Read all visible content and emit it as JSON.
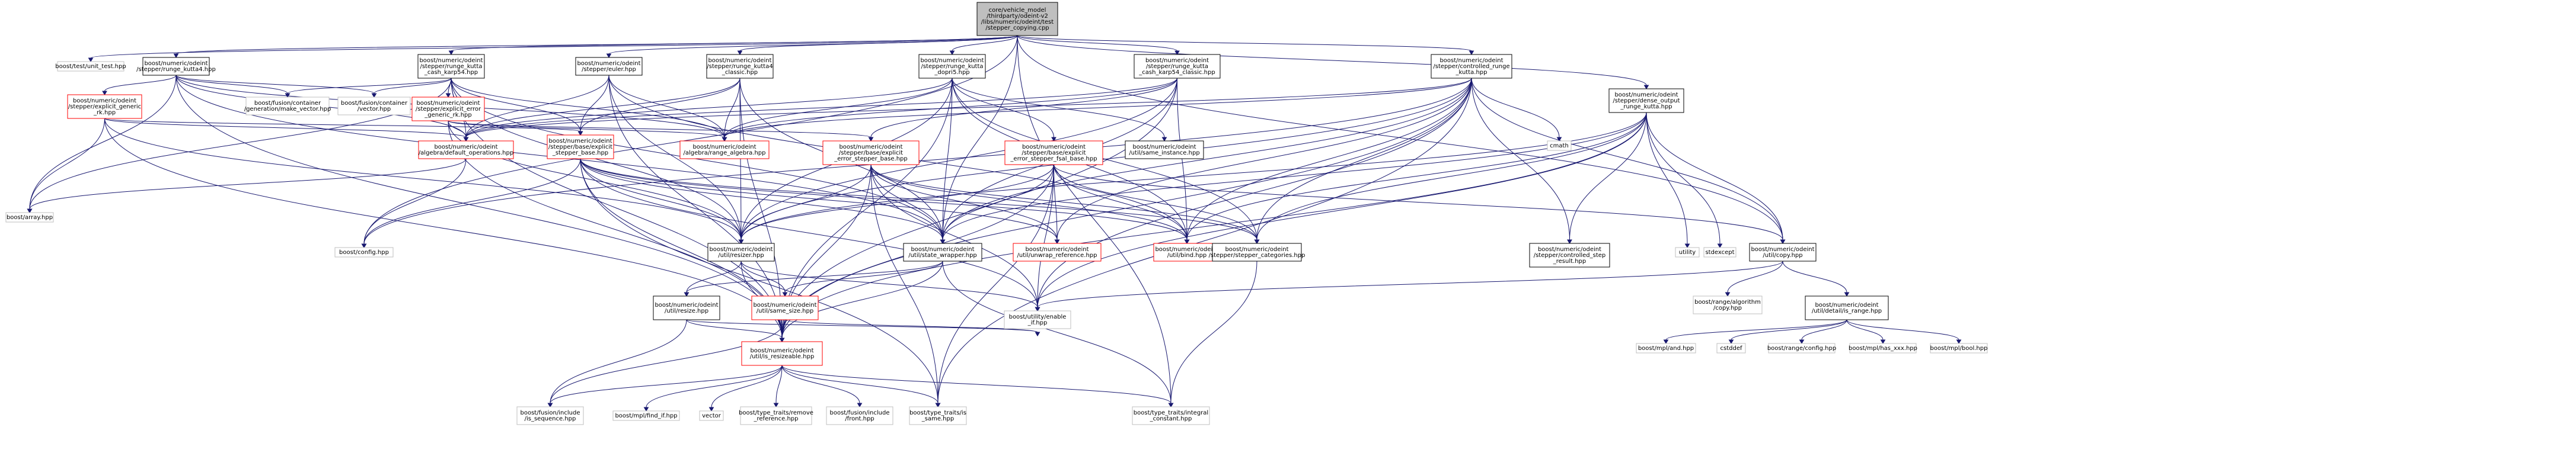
{
  "graph": {
    "colors": {
      "edge": "#191970",
      "root_fill": "#bfbfbf",
      "root_border": "#000000",
      "node_border": "#000000",
      "truncated_border": "#ff0000",
      "external_border": "#bfbfbf",
      "node_fill": "#ffffff",
      "text": "#000000"
    },
    "nodes": [
      {
        "id": "root",
        "kind": "root",
        "lines": [
          "core/vehicle_model",
          "/thirdparty/odeint-v2",
          "/libs/numeric/odeint/test",
          "/stepper_copying.cpp"
        ]
      },
      {
        "id": "unit_test",
        "kind": "external",
        "lines": [
          "boost/test/unit_test.hpp"
        ]
      },
      {
        "id": "rk4",
        "kind": "normal",
        "lines": [
          "boost/numeric/odeint",
          "/stepper/runge_kutta4.hpp"
        ]
      },
      {
        "id": "rkck54",
        "kind": "normal",
        "lines": [
          "boost/numeric/odeint",
          "/stepper/runge_kutta",
          "_cash_karp54.hpp"
        ]
      },
      {
        "id": "euler",
        "kind": "normal",
        "lines": [
          "boost/numeric/odeint",
          "/stepper/euler.hpp"
        ]
      },
      {
        "id": "rk4c",
        "kind": "normal",
        "lines": [
          "boost/numeric/odeint",
          "/stepper/runge_kutta4",
          "_classic.hpp"
        ]
      },
      {
        "id": "rkdopri",
        "kind": "normal",
        "lines": [
          "boost/numeric/odeint",
          "/stepper/runge_kutta",
          "_dopri5.hpp"
        ]
      },
      {
        "id": "rkck54c",
        "kind": "normal",
        "lines": [
          "boost/numeric/odeint",
          "/stepper/runge_kutta",
          "_cash_karp54_classic.hpp"
        ]
      },
      {
        "id": "ctrl",
        "kind": "normal",
        "lines": [
          "boost/numeric/odeint",
          "/stepper/controlled_runge",
          "_kutta.hpp"
        ]
      },
      {
        "id": "dense",
        "kind": "normal",
        "lines": [
          "boost/numeric/odeint",
          "/stepper/dense_output",
          "_runge_kutta.hpp"
        ]
      },
      {
        "id": "expl_generic",
        "kind": "truncated",
        "lines": [
          "boost/numeric/odeint",
          "/stepper/explicit_generic",
          "_rk.hpp"
        ]
      },
      {
        "id": "make_vector",
        "kind": "external",
        "lines": [
          "boost/fusion/container",
          "/generation/make_vector.hpp"
        ]
      },
      {
        "id": "fusion_vector",
        "kind": "external",
        "lines": [
          "boost/fusion/container",
          "/vector.hpp"
        ]
      },
      {
        "id": "expl_err_generic",
        "kind": "truncated",
        "lines": [
          "boost/numeric/odeint",
          "/stepper/explicit_error",
          "_generic_rk.hpp"
        ]
      },
      {
        "id": "default_ops",
        "kind": "truncated",
        "lines": [
          "boost/numeric/odeint",
          "/algebra/default_operations.hpp"
        ]
      },
      {
        "id": "range_algebra",
        "kind": "truncated",
        "lines": [
          "boost/numeric/odeint",
          "/algebra/range_algebra.hpp"
        ]
      },
      {
        "id": "expl_base",
        "kind": "truncated",
        "lines": [
          "boost/numeric/odeint",
          "/stepper/base/explicit",
          "_stepper_base.hpp"
        ]
      },
      {
        "id": "expl_err_base",
        "kind": "truncated",
        "lines": [
          "boost/numeric/odeint",
          "/stepper/base/explicit",
          "_error_stepper_base.hpp"
        ]
      },
      {
        "id": "expl_err_fsal",
        "kind": "truncated",
        "lines": [
          "boost/numeric/odeint",
          "/stepper/base/explicit",
          "_error_stepper_fsal_base.hpp"
        ]
      },
      {
        "id": "same_instance",
        "kind": "normal",
        "lines": [
          "boost/numeric/odeint",
          "/util/same_instance.hpp"
        ]
      },
      {
        "id": "cmath",
        "kind": "external",
        "lines": [
          "cmath"
        ]
      },
      {
        "id": "array",
        "kind": "external",
        "lines": [
          "boost/array.hpp"
        ]
      },
      {
        "id": "config",
        "kind": "external",
        "lines": [
          "boost/config.hpp"
        ]
      },
      {
        "id": "resizer",
        "kind": "normal",
        "lines": [
          "boost/numeric/odeint",
          "/util/resizer.hpp"
        ]
      },
      {
        "id": "state_wrapper",
        "kind": "normal",
        "lines": [
          "boost/numeric/odeint",
          "/util/state_wrapper.hpp"
        ]
      },
      {
        "id": "unwrap_ref",
        "kind": "truncated",
        "lines": [
          "boost/numeric/odeint",
          "/util/unwrap_reference.hpp"
        ]
      },
      {
        "id": "bind",
        "kind": "truncated",
        "lines": [
          "boost/numeric/odeint",
          "/util/bind.hpp"
        ]
      },
      {
        "id": "stepper_categories",
        "kind": "normal",
        "lines": [
          "boost/numeric/odeint",
          "/stepper/stepper_categories.hpp"
        ]
      },
      {
        "id": "ctrl_step_result",
        "kind": "normal",
        "lines": [
          "boost/numeric/odeint",
          "/stepper/controlled_step",
          "_result.hpp"
        ]
      },
      {
        "id": "utility",
        "kind": "external",
        "lines": [
          "utility"
        ]
      },
      {
        "id": "stdexcept",
        "kind": "external",
        "lines": [
          "stdexcept"
        ]
      },
      {
        "id": "copy",
        "kind": "normal",
        "lines": [
          "boost/numeric/odeint",
          "/util/copy.hpp"
        ]
      },
      {
        "id": "resize",
        "kind": "normal",
        "lines": [
          "boost/numeric/odeint",
          "/util/resize.hpp"
        ]
      },
      {
        "id": "same_size",
        "kind": "truncated",
        "lines": [
          "boost/numeric/odeint",
          "/util/same_size.hpp"
        ]
      },
      {
        "id": "enable_if",
        "kind": "external",
        "lines": [
          "boost/utility/enable",
          "_if.hpp"
        ]
      },
      {
        "id": "range_algo_copy",
        "kind": "external",
        "lines": [
          "boost/range/algorithm",
          "/copy.hpp"
        ]
      },
      {
        "id": "is_range",
        "kind": "normal",
        "lines": [
          "boost/numeric/odeint",
          "/util/detail/is_range.hpp"
        ]
      },
      {
        "id": "is_resizeable",
        "kind": "truncated",
        "lines": [
          "boost/numeric/odeint",
          "/util/is_resizeable.hpp"
        ]
      },
      {
        "id": "is_sequence",
        "kind": "external",
        "lines": [
          "boost/fusion/include",
          "/is_sequence.hpp"
        ]
      },
      {
        "id": "find_if",
        "kind": "external",
        "lines": [
          "boost/mpl/find_if.hpp"
        ]
      },
      {
        "id": "vector",
        "kind": "external",
        "lines": [
          "vector"
        ]
      },
      {
        "id": "remove_ref",
        "kind": "external",
        "lines": [
          "boost/type_traits/remove",
          "_reference.hpp"
        ]
      },
      {
        "id": "fusion_front",
        "kind": "external",
        "lines": [
          "boost/fusion/include",
          "/front.hpp"
        ]
      },
      {
        "id": "is_same",
        "kind": "external",
        "lines": [
          "boost/type_traits/is",
          "_same.hpp"
        ]
      },
      {
        "id": "integral_constant",
        "kind": "external",
        "lines": [
          "boost/type_traits/integral",
          "_constant.hpp"
        ]
      },
      {
        "id": "mpl_and",
        "kind": "external",
        "lines": [
          "boost/mpl/and.hpp"
        ]
      },
      {
        "id": "cstddef",
        "kind": "external",
        "lines": [
          "cstddef"
        ]
      },
      {
        "id": "range_config",
        "kind": "external",
        "lines": [
          "boost/range/config.hpp"
        ]
      },
      {
        "id": "mpl_has_xxx",
        "kind": "external",
        "lines": [
          "boost/mpl/has_xxx.hpp"
        ]
      },
      {
        "id": "mpl_bool",
        "kind": "external",
        "lines": [
          "boost/mpl/bool.hpp"
        ]
      }
    ],
    "edges": [
      [
        "root",
        "unit_test"
      ],
      [
        "root",
        "rk4"
      ],
      [
        "root",
        "rkck54"
      ],
      [
        "root",
        "euler"
      ],
      [
        "root",
        "rk4c"
      ],
      [
        "root",
        "rkdopri"
      ],
      [
        "root",
        "rkck54c"
      ],
      [
        "root",
        "ctrl"
      ],
      [
        "root",
        "dense"
      ],
      [
        "root",
        "copy"
      ],
      [
        "root",
        "config"
      ],
      [
        "root",
        "integral_constant"
      ],
      [
        "root",
        "state_wrapper"
      ],
      [
        "rk4",
        "array"
      ],
      [
        "rk4",
        "make_vector"
      ],
      [
        "rk4",
        "fusion_vector"
      ],
      [
        "rk4",
        "expl_generic"
      ],
      [
        "rk4",
        "default_ops"
      ],
      [
        "rk4",
        "range_algebra"
      ],
      [
        "rk4",
        "state_wrapper"
      ],
      [
        "rk4",
        "is_resizeable"
      ],
      [
        "rkck54",
        "make_vector"
      ],
      [
        "rkck54",
        "fusion_vector"
      ],
      [
        "rkck54",
        "expl_err_generic"
      ],
      [
        "rkck54",
        "default_ops"
      ],
      [
        "rkck54",
        "range_algebra"
      ],
      [
        "rkck54",
        "array"
      ],
      [
        "rkck54",
        "is_resizeable"
      ],
      [
        "rkck54",
        "state_wrapper"
      ],
      [
        "rkck54",
        "resizer"
      ],
      [
        "rkck54",
        "expl_base"
      ],
      [
        "euler",
        "expl_base"
      ],
      [
        "euler",
        "resizer"
      ],
      [
        "euler",
        "default_ops"
      ],
      [
        "euler",
        "range_algebra"
      ],
      [
        "euler",
        "is_resizeable"
      ],
      [
        "euler",
        "bind"
      ],
      [
        "rk4c",
        "expl_base"
      ],
      [
        "rk4c",
        "default_ops"
      ],
      [
        "rk4c",
        "range_algebra"
      ],
      [
        "rk4c",
        "state_wrapper"
      ],
      [
        "rk4c",
        "resizer"
      ],
      [
        "rk4c",
        "is_resizeable"
      ],
      [
        "rkdopri",
        "expl_err_fsal"
      ],
      [
        "rkdopri",
        "default_ops"
      ],
      [
        "rkdopri",
        "range_algebra"
      ],
      [
        "rkdopri",
        "state_wrapper"
      ],
      [
        "rkdopri",
        "resizer"
      ],
      [
        "rkdopri",
        "same_instance"
      ],
      [
        "rkdopri",
        "is_resizeable"
      ],
      [
        "rkdopri",
        "bind"
      ],
      [
        "rkdopri",
        "stepper_categories"
      ],
      [
        "rkck54c",
        "expl_err_base"
      ],
      [
        "rkck54c",
        "default_ops"
      ],
      [
        "rkck54c",
        "range_algebra"
      ],
      [
        "rkck54c",
        "state_wrapper"
      ],
      [
        "rkck54c",
        "resizer"
      ],
      [
        "rkck54c",
        "is_resizeable"
      ],
      [
        "rkck54c",
        "bind"
      ],
      [
        "ctrl",
        "cmath"
      ],
      [
        "ctrl",
        "config"
      ],
      [
        "ctrl",
        "enable_if"
      ],
      [
        "ctrl",
        "is_same"
      ],
      [
        "ctrl",
        "bind"
      ],
      [
        "ctrl",
        "unwrap_ref"
      ],
      [
        "ctrl",
        "copy"
      ],
      [
        "ctrl",
        "state_wrapper"
      ],
      [
        "ctrl",
        "resizer"
      ],
      [
        "ctrl",
        "is_resizeable"
      ],
      [
        "ctrl",
        "default_ops"
      ],
      [
        "ctrl",
        "range_algebra"
      ],
      [
        "ctrl",
        "ctrl_step_result"
      ],
      [
        "ctrl",
        "stepper_categories"
      ],
      [
        "dense",
        "utility"
      ],
      [
        "dense",
        "stdexcept"
      ],
      [
        "dense",
        "enable_if"
      ],
      [
        "dense",
        "copy"
      ],
      [
        "dense",
        "state_wrapper"
      ],
      [
        "dense",
        "is_resizeable"
      ],
      [
        "dense",
        "resizer"
      ],
      [
        "dense",
        "ctrl_step_result"
      ],
      [
        "dense",
        "stepper_categories"
      ],
      [
        "dense",
        "bind"
      ],
      [
        "expl_generic",
        "expl_base"
      ],
      [
        "expl_generic",
        "default_ops"
      ],
      [
        "expl_generic",
        "array"
      ],
      [
        "expl_generic",
        "is_resizeable"
      ],
      [
        "expl_generic",
        "resizer"
      ],
      [
        "expl_err_generic",
        "expl_err_base"
      ],
      [
        "expl_err_generic",
        "default_ops"
      ],
      [
        "expl_err_generic",
        "range_algebra"
      ],
      [
        "expl_err_generic",
        "is_resizeable"
      ],
      [
        "expl_err_generic",
        "resizer"
      ],
      [
        "default_ops",
        "config"
      ],
      [
        "default_ops",
        "array"
      ],
      [
        "expl_base",
        "enable_if"
      ],
      [
        "expl_base",
        "is_same"
      ],
      [
        "expl_base",
        "bind"
      ],
      [
        "expl_base",
        "unwrap_ref"
      ],
      [
        "expl_base",
        "state_wrapper"
      ],
      [
        "expl_base",
        "resizer"
      ],
      [
        "expl_base",
        "is_resizeable"
      ],
      [
        "expl_base",
        "stepper_categories"
      ],
      [
        "expl_base",
        "config"
      ],
      [
        "expl_err_base",
        "enable_if"
      ],
      [
        "expl_err_base",
        "is_same"
      ],
      [
        "expl_err_base",
        "bind"
      ],
      [
        "expl_err_base",
        "unwrap_ref"
      ],
      [
        "expl_err_base",
        "state_wrapper"
      ],
      [
        "expl_err_base",
        "resizer"
      ],
      [
        "expl_err_base",
        "is_resizeable"
      ],
      [
        "expl_err_base",
        "stepper_categories"
      ],
      [
        "expl_err_fsal",
        "enable_if"
      ],
      [
        "expl_err_fsal",
        "is_same"
      ],
      [
        "expl_err_fsal",
        "bind"
      ],
      [
        "expl_err_fsal",
        "unwrap_ref"
      ],
      [
        "expl_err_fsal",
        "copy"
      ],
      [
        "expl_err_fsal",
        "state_wrapper"
      ],
      [
        "expl_err_fsal",
        "resizer"
      ],
      [
        "expl_err_fsal",
        "is_resizeable"
      ],
      [
        "expl_err_fsal",
        "stepper_categories"
      ],
      [
        "resizer",
        "resize"
      ],
      [
        "resizer",
        "same_size"
      ],
      [
        "resizer",
        "is_resizeable"
      ],
      [
        "resizer",
        "enable_if"
      ],
      [
        "state_wrapper",
        "resize"
      ],
      [
        "state_wrapper",
        "same_size"
      ],
      [
        "state_wrapper",
        "is_resizeable"
      ],
      [
        "state_wrapper",
        "integral_constant"
      ],
      [
        "resize",
        "is_resizeable"
      ],
      [
        "resize",
        "is_sequence"
      ],
      [
        "resize",
        "enable_if"
      ],
      [
        "same_size",
        "is_resizeable"
      ],
      [
        "same_size",
        "is_sequence"
      ],
      [
        "same_size",
        "enable_if"
      ],
      [
        "stepper_categories",
        "integral_constant"
      ],
      [
        "copy",
        "range_algo_copy"
      ],
      [
        "copy",
        "is_range"
      ],
      [
        "copy",
        "enable_if"
      ],
      [
        "is_range",
        "mpl_and"
      ],
      [
        "is_range",
        "cstddef"
      ],
      [
        "is_range",
        "range_config"
      ],
      [
        "is_range",
        "mpl_has_xxx"
      ],
      [
        "is_range",
        "mpl_bool"
      ],
      [
        "is_resizeable",
        "is_sequence"
      ],
      [
        "is_resizeable",
        "find_if"
      ],
      [
        "is_resizeable",
        "vector"
      ],
      [
        "is_resizeable",
        "remove_ref"
      ],
      [
        "is_resizeable",
        "fusion_front"
      ],
      [
        "is_resizeable",
        "is_same"
      ],
      [
        "is_resizeable",
        "integral_constant"
      ]
    ]
  }
}
